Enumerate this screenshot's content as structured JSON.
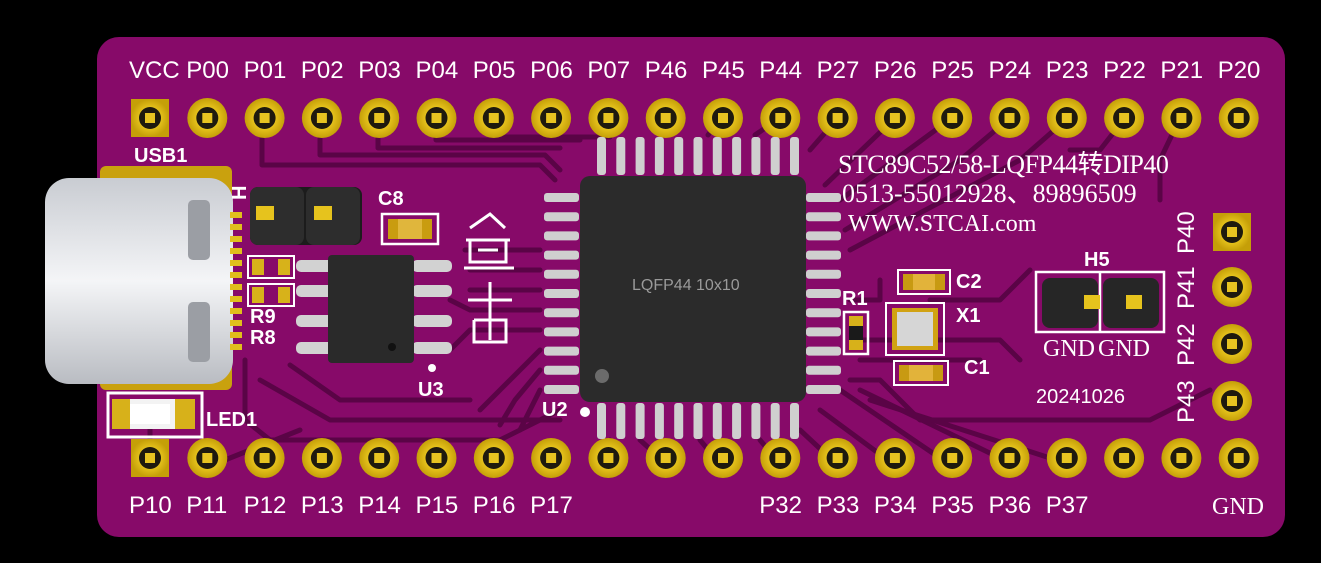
{
  "board": {
    "pcb_color": "#8a0a6b",
    "trace_color": "#5b0447",
    "pad_color": "#e7c421",
    "silk_color": "#ffffff"
  },
  "top_pins": [
    "VCC",
    "P00",
    "P01",
    "P02",
    "P03",
    "P04",
    "P05",
    "P06",
    "P07",
    "P46",
    "P45",
    "P44",
    "P27",
    "P26",
    "P25",
    "P24",
    "P23",
    "P22",
    "P21",
    "P20"
  ],
  "bottom_pins_left": [
    "P10",
    "P11",
    "P12",
    "P13",
    "P14",
    "P15",
    "P16",
    "P17"
  ],
  "bottom_pins_right": [
    "P32",
    "P33",
    "P34",
    "P35",
    "P36",
    "P37"
  ],
  "bottom_gnd": "GND",
  "right_pins": [
    "P40",
    "P41",
    "P42",
    "P43"
  ],
  "designators": {
    "usb": "USB1",
    "c8": "C8",
    "h": "H",
    "r9": "R9",
    "r8": "R8",
    "u3": "U3",
    "led": "LED1",
    "u2": "U2",
    "r1": "R1",
    "c2": "C2",
    "x1": "X1",
    "c1": "C1",
    "h5": "H5"
  },
  "info": {
    "line1": "STC89C52/58-LQFP44转DIP40",
    "line2": "0513-55012928、89896509",
    "line3": "WWW.STCAI.com"
  },
  "chip": {
    "package": "LQFP44 10x10"
  },
  "jumper_labels": [
    "GND",
    "GND"
  ],
  "date": "20241026",
  "logo_glyphs": "盘古"
}
